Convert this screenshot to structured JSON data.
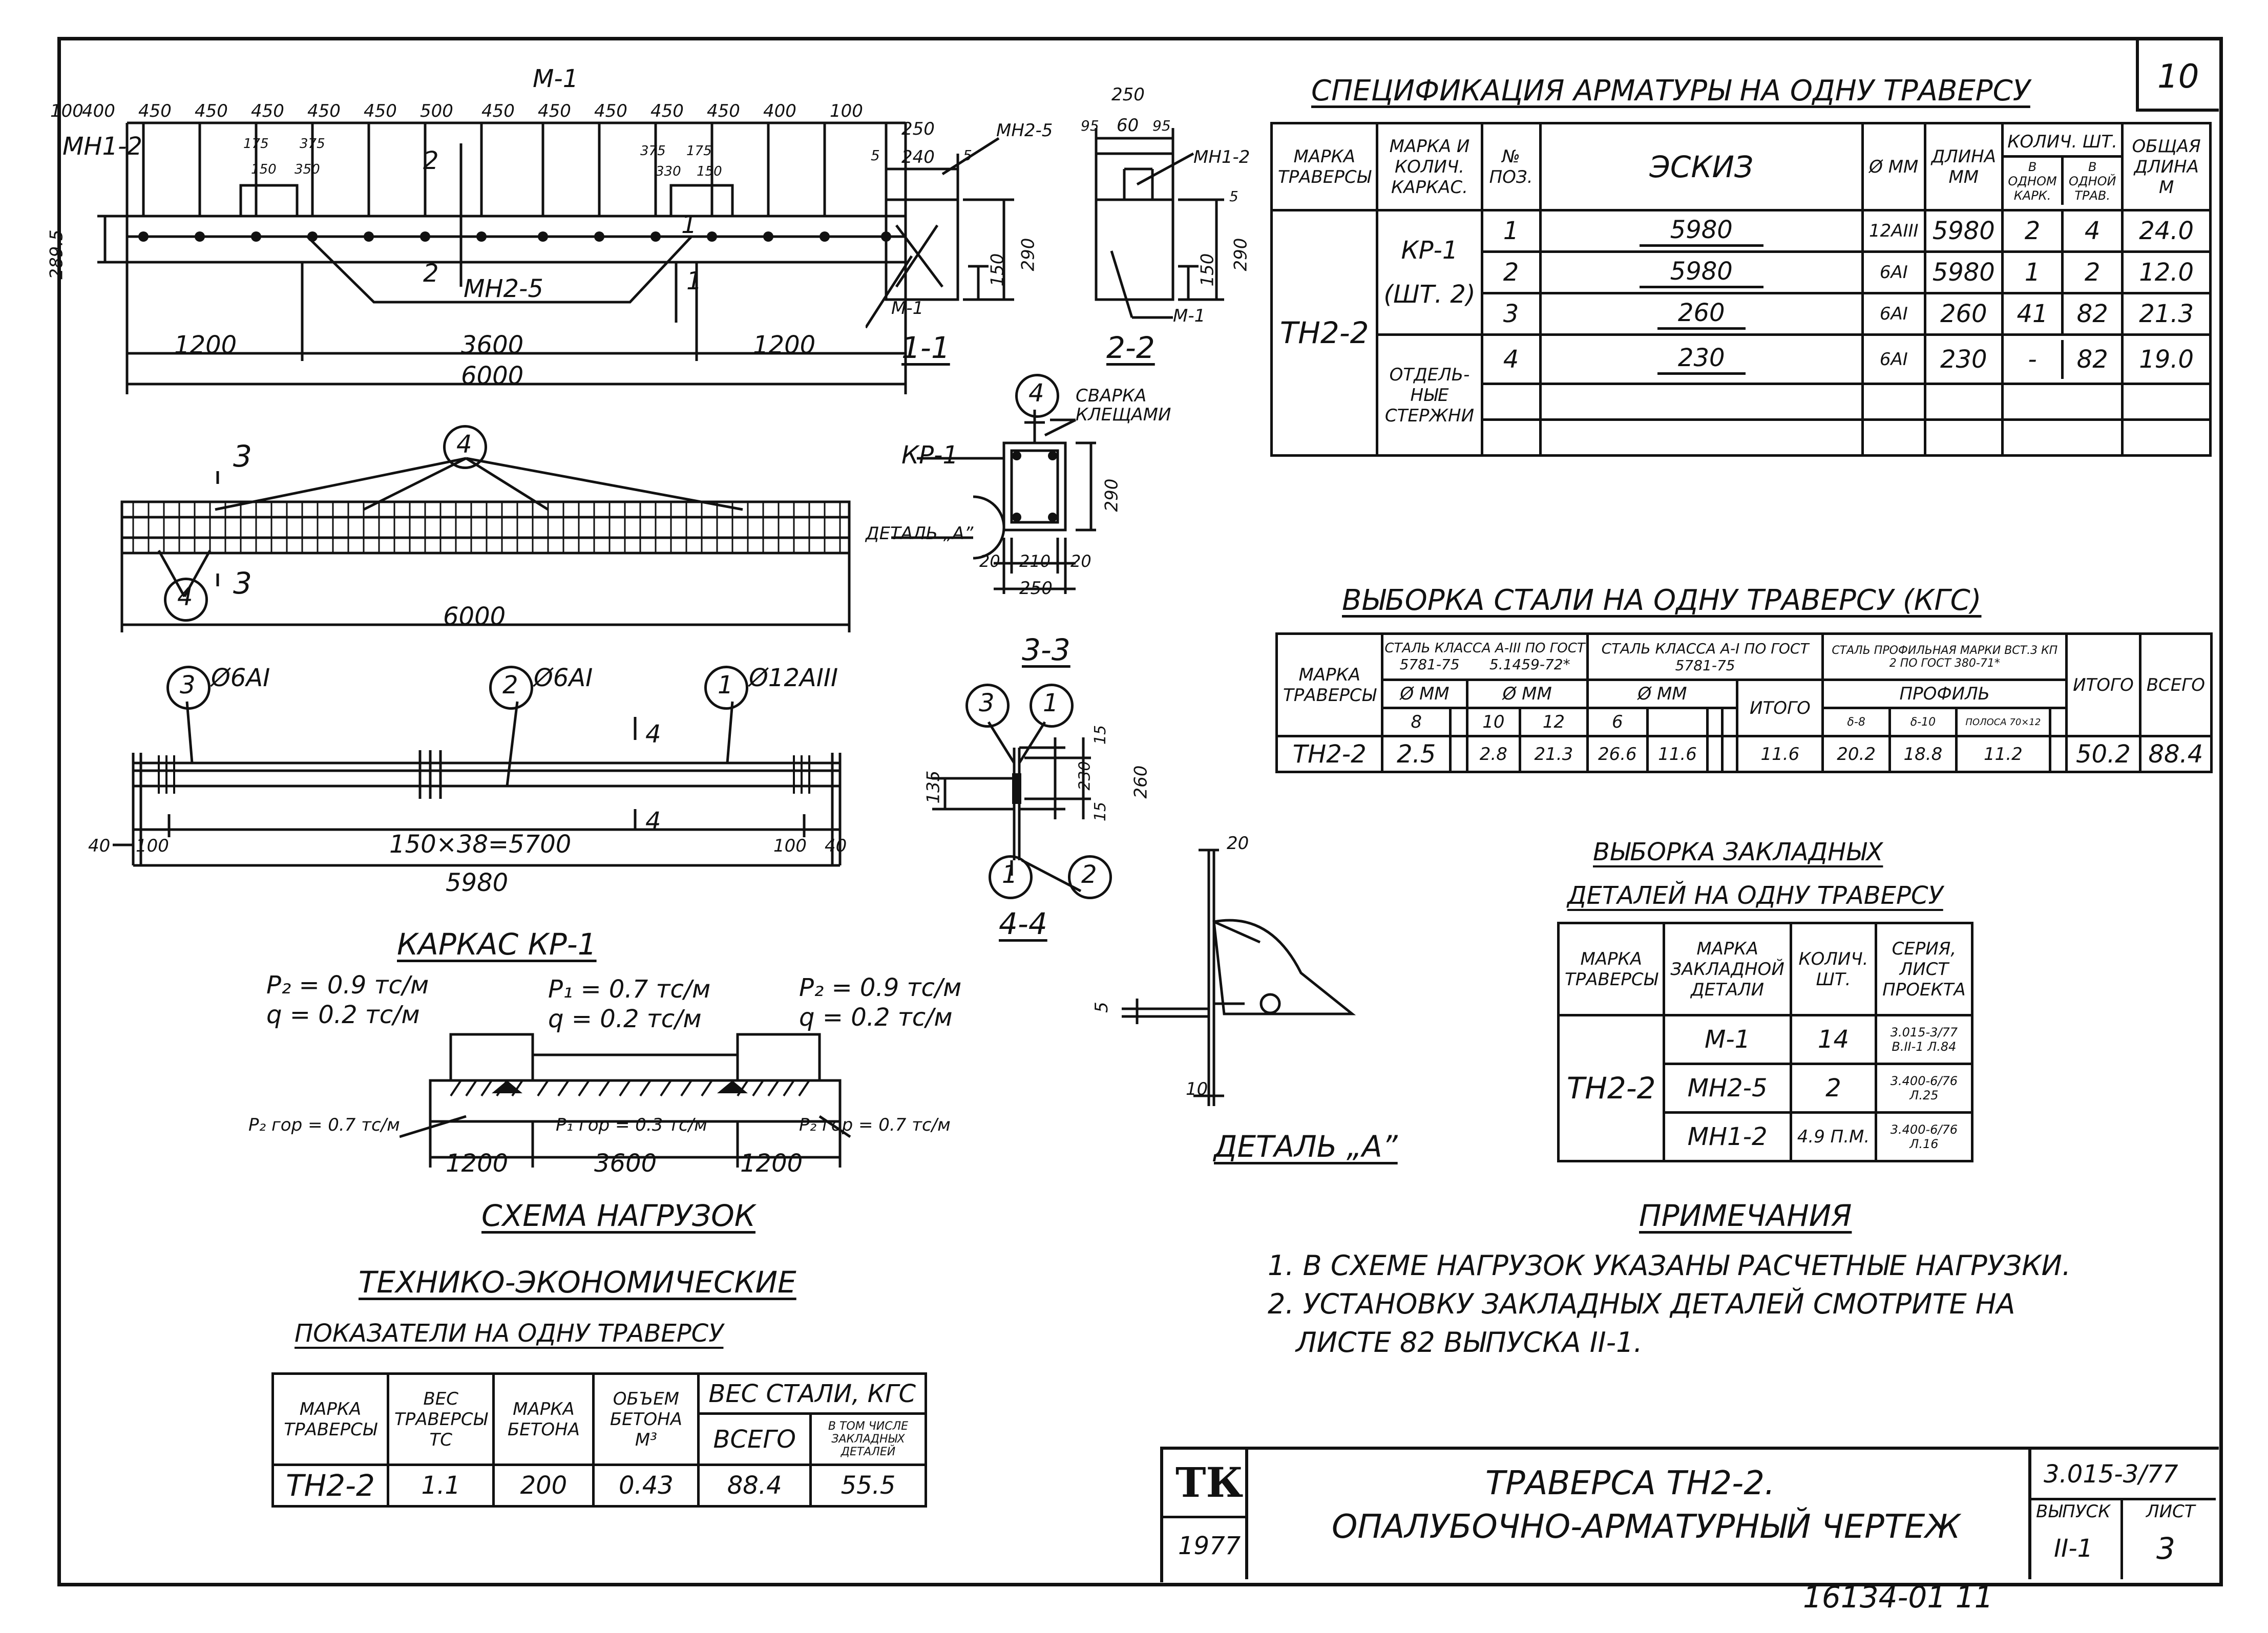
{
  "sheet_number_corner": "10",
  "beam_elevation": {
    "title": "М-1",
    "top_dims": [
      "100",
      "400",
      "450",
      "450",
      "450",
      "450",
      "450",
      "500",
      "450",
      "450",
      "450",
      "450",
      "450",
      "400",
      "100"
    ],
    "left_label": "МН1-2",
    "left_height": "289.5",
    "small_dims": [
      "175",
      "375",
      "150",
      "350",
      "375",
      "175",
      "330",
      "150"
    ],
    "section_marks": [
      "2",
      "2",
      "1",
      "1"
    ],
    "embedded_label": "МН2-5",
    "bottom_dims": [
      "1200",
      "3600",
      "1200"
    ],
    "total": "6000"
  },
  "section_1_1": {
    "title": "1-1",
    "dims": [
      "250",
      "240",
      "5",
      "5",
      "150",
      "290"
    ],
    "labels": [
      "МН2-5",
      "М-1"
    ]
  },
  "section_2_2": {
    "title": "2-2",
    "dims": [
      "250",
      "60",
      "95",
      "95",
      "150",
      "290",
      "5"
    ],
    "labels": [
      "МН1-2",
      "М-1"
    ]
  },
  "plan_view": {
    "marks": [
      "3",
      "3"
    ],
    "callout": "4",
    "total": "6000"
  },
  "section_3_3": {
    "title": "3-3",
    "callout": "4",
    "weld_label": "СВАРКА КЛЕЩАМИ",
    "frame_label": "КР-1",
    "detail_label": "ДЕТАЛЬ „А”",
    "dims": [
      "20",
      "210",
      "20",
      "250",
      "290"
    ]
  },
  "cage_kr1": {
    "title": "КАРКАС КР-1",
    "callouts": [
      {
        "num": "3",
        "bar": "Ø6AI"
      },
      {
        "num": "2",
        "bar": "Ø6AI"
      },
      {
        "num": "1",
        "bar": "Ø12AIII"
      }
    ],
    "section_marks": [
      "4",
      "4"
    ],
    "dims": [
      "40",
      "100",
      "150×38=5700",
      "100",
      "40"
    ],
    "total": "5980"
  },
  "section_4_4": {
    "title": "4-4",
    "callouts_top": [
      "3",
      "1"
    ],
    "callouts_bottom": [
      "1",
      "2"
    ],
    "dims": [
      "135",
      "15",
      "230",
      "15",
      "260"
    ]
  },
  "load_scheme": {
    "title": "СХЕМА НАГРУЗОК",
    "left_top": [
      "P₂ = 0.9 тс/м",
      "q = 0.2 тс/м"
    ],
    "mid_top": [
      "P₁ = 0.7 тс/м",
      "q = 0.2 тс/м"
    ],
    "right_top": [
      "P₂ = 0.9 тс/м",
      "q = 0.2 тс/м"
    ],
    "left_bottom": "P₂ гор = 0.7 тс/м",
    "mid_bottom": "P₁ гор = 0.3 тс/м",
    "right_bottom": "P₂ гор = 0.7 тс/м",
    "dims": [
      "1200",
      "3600",
      "1200"
    ]
  },
  "detail_a": {
    "title": "ДЕТАЛЬ „А”",
    "dims": [
      "20",
      "5",
      "10"
    ]
  },
  "spec_table": {
    "title": "СПЕЦИФИКАЦИЯ АРМАТУРЫ НА ОДНУ ТРАВЕРСУ",
    "headers": [
      "МАРКА ТРАВЕРСЫ",
      "МАРКА И КОЛИЧ. КАРКАС.",
      "№ ПОЗ.",
      "ЭСКИЗ",
      "Ø ММ",
      "ДЛИНА ММ",
      "КОЛИЧ. ШТ.",
      "ОБЩАЯ ДЛИНА М"
    ],
    "subheaders": [
      "В ОДНОМ КАРК.",
      "В ОДНОЙ ТРАВ."
    ],
    "traverse": "ТН2-2",
    "frame": "КР-1",
    "frame_qty": "(ШТ. 2)",
    "separate": "ОТДЕЛЬ-НЫЕ СТЕРЖНИ",
    "rows": [
      {
        "pos": "1",
        "sketch": "5980",
        "dia": "12AIII",
        "len": "5980",
        "kark": "2",
        "trav": "4",
        "total": "24.0"
      },
      {
        "pos": "2",
        "sketch": "5980",
        "dia": "6AI",
        "len": "5980",
        "kark": "1",
        "trav": "2",
        "total": "12.0"
      },
      {
        "pos": "3",
        "sketch": "260",
        "dia": "6AI",
        "len": "260",
        "kark": "41",
        "trav": "82",
        "total": "21.3"
      },
      {
        "pos": "4",
        "sketch": "230",
        "dia": "6AI",
        "len": "230",
        "kark": "-",
        "trav": "82",
        "total": "19.0"
      }
    ]
  },
  "steel_table": {
    "title": "ВЫБОРКА СТАЛИ НА ОДНУ ТРАВЕРСУ (КГС)",
    "h_mark": "МАРКА ТРАВЕРСЫ",
    "h_a3": "СТАЛЬ КЛАССА А-III ПО ГОСТ",
    "h_a3_std": [
      "5781-75",
      "5.1459-72*"
    ],
    "h_a1": "СТАЛЬ КЛАССА А-I ПО ГОСТ 5781-75",
    "h_prof": "СТАЛЬ ПРОФИЛЬНАЯ МАРКИ ВСТ.3 КП 2 ПО ГОСТ 380-71*",
    "h_phi": "Ø ММ",
    "h_total": "ИТОГО",
    "h_profile": "ПРОФИЛЬ",
    "h_all": "ВСЕГО",
    "sizes": [
      "8",
      "10",
      "12",
      "6"
    ],
    "profiles": [
      "δ-8",
      "δ-10",
      "ПОЛОСА 70×12"
    ],
    "row": {
      "mark": "ТН2-2",
      "d8": "2.5",
      "d10": "2.8",
      "d12": "21.3",
      "t1": "26.6",
      "d6": "11.6",
      "t2": "11.6",
      "p1": "20.2",
      "p2": "18.8",
      "p3": "11.2",
      "t3": "50.2",
      "all": "88.4"
    }
  },
  "embed_table": {
    "title_1": "ВЫБОРКА ЗАКЛАДНЫХ",
    "title_2": "ДЕТАЛЕЙ НА ОДНУ ТРАВЕРСУ",
    "headers": [
      "МАРКА ТРАВЕРСЫ",
      "МАРКА ЗАКЛАДНОЙ ДЕТАЛИ",
      "КОЛИЧ. ШТ.",
      "СЕРИЯ, ЛИСТ ПРОЕКТА"
    ],
    "traverse": "ТН2-2",
    "rows": [
      {
        "mark": "М-1",
        "qty": "14",
        "ref": "3.015-3/77 В.II-1 Л.84"
      },
      {
        "mark": "МН2-5",
        "qty": "2",
        "ref": "3.400-6/76 Л.25"
      },
      {
        "mark": "МН1-2",
        "qty": "4.9 П.М.",
        "ref": "3.400-6/76 Л.16"
      }
    ]
  },
  "notes": {
    "title": "ПРИМЕЧАНИЯ",
    "lines": [
      "1. В СХЕМЕ НАГРУЗОК УКАЗАНЫ РАСЧЕТНЫЕ НАГРУЗКИ.",
      "2. УСТАНОВКУ ЗАКЛАДНЫХ ДЕТАЛЕЙ СМОТРИТЕ НА",
      "ЛИСТЕ 82 ВЫПУСКА II-1."
    ]
  },
  "tech_table": {
    "title_1": "ТЕХНИКО-ЭКОНОМИЧЕСКИЕ",
    "title_2": "ПОКАЗАТЕЛИ НА ОДНУ ТРАВЕРСУ",
    "headers": [
      "МАРКА ТРАВЕРСЫ",
      "ВЕС ТРАВЕРСЫ ТС",
      "МАРКА БЕТОНА",
      "ОБЪЕМ БЕТОНА М³",
      "ВЕС СТАЛИ, КГС",
      "ВСЕГО",
      "В ТОМ ЧИСЛЕ ЗАКЛАДНЫХ ДЕТАЛЕЙ"
    ],
    "row": [
      "ТН2-2",
      "1.1",
      "200",
      "0.43",
      "88.4",
      "55.5"
    ]
  },
  "title_block": {
    "logo": "ТК",
    "year": "1977",
    "title_1": "ТРАВЕРСА ТН2-2.",
    "title_2": "ОПАЛУБОЧНО-АРМАТУРНЫЙ ЧЕРТЕЖ",
    "series": "3.015-3/77",
    "issue_label": "ВЫПУСК",
    "issue": "II-1",
    "sheet_label": "ЛИСТ",
    "sheet": "3"
  },
  "archive_number": "16134-01 11"
}
